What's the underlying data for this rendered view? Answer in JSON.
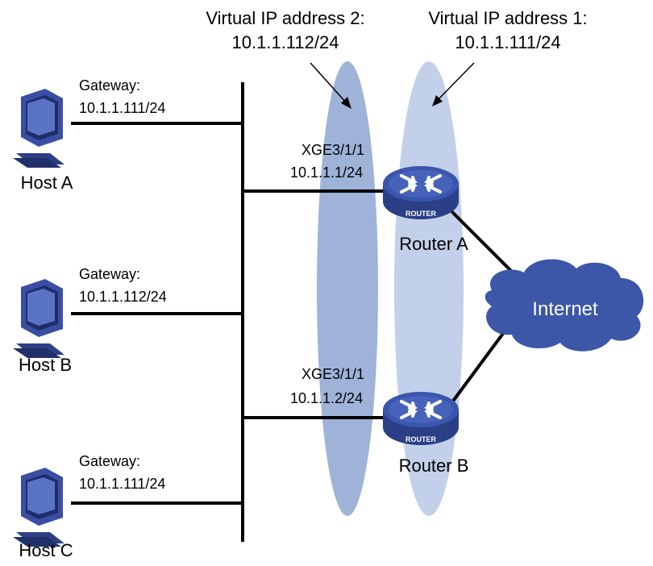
{
  "virtual_ips": [
    {
      "label": "Virtual IP address 2:",
      "address": "10.1.1.112/24"
    },
    {
      "label": "Virtual IP address 1:",
      "address": "10.1.1.111/24"
    }
  ],
  "hosts": [
    {
      "name": "Host A",
      "gateway_label": "Gateway:",
      "gateway": "10.1.1.111/24"
    },
    {
      "name": "Host B",
      "gateway_label": "Gateway:",
      "gateway": "10.1.1.112/24"
    },
    {
      "name": "Host C",
      "gateway_label": "Gateway:",
      "gateway": "10.1.1.111/24"
    }
  ],
  "routers": [
    {
      "name": "Router A",
      "interface": "XGE3/1/1",
      "ip": "10.1.1.1/24",
      "badge": "ROUTER"
    },
    {
      "name": "Router B",
      "interface": "XGE3/1/1",
      "ip": "10.1.1.2/24",
      "badge": "ROUTER"
    }
  ],
  "cloud": {
    "label": "Internet"
  },
  "colors": {
    "ellipse_group2": "#9fb3d9",
    "ellipse_group1": "#c3d0ea",
    "cloud": "#3c56a8",
    "router_top": "#3a55ad",
    "router_side": "#2a3f86",
    "host_body": "#3a4fa3",
    "host_screen": "#5b73c5"
  }
}
